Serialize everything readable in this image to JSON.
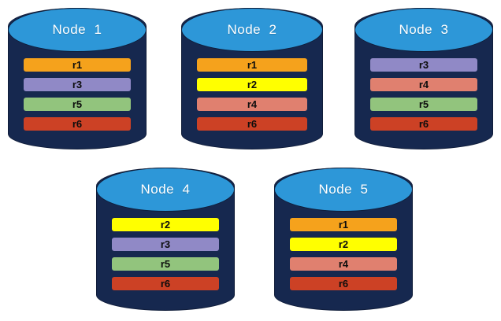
{
  "diagram": {
    "title": "replica-placement-across-nodes",
    "background_color": "#ffffff",
    "palette": {
      "cylinder_body": "#16284f",
      "cylinder_top": "#2d97d8",
      "cylinder_outline": "#101d3a",
      "label_text": "#ffffff",
      "replica_text": "#0d0d0d",
      "r1": "#f5a21c",
      "r2": "#ffff00",
      "r3": "#9089c6",
      "r4": "#e0806f",
      "r5": "#92c47d",
      "r6": "#cc4125"
    },
    "nodes": [
      {
        "id": "node-1",
        "label": "Node  1",
        "row": "top",
        "replicas": [
          {
            "id": "r1",
            "label": "r1",
            "color": "#f5a21c"
          },
          {
            "id": "r3",
            "label": "r3",
            "color": "#9089c6"
          },
          {
            "id": "r5",
            "label": "r5",
            "color": "#92c47d"
          },
          {
            "id": "r6",
            "label": "r6",
            "color": "#cc4125"
          }
        ]
      },
      {
        "id": "node-2",
        "label": "Node  2",
        "row": "top",
        "replicas": [
          {
            "id": "r1",
            "label": "r1",
            "color": "#f5a21c"
          },
          {
            "id": "r2",
            "label": "r2",
            "color": "#ffff00"
          },
          {
            "id": "r4",
            "label": "r4",
            "color": "#e0806f"
          },
          {
            "id": "r6",
            "label": "r6",
            "color": "#cc4125"
          }
        ]
      },
      {
        "id": "node-3",
        "label": "Node  3",
        "row": "top",
        "replicas": [
          {
            "id": "r3",
            "label": "r3",
            "color": "#9089c6"
          },
          {
            "id": "r4",
            "label": "r4",
            "color": "#e0806f"
          },
          {
            "id": "r5",
            "label": "r5",
            "color": "#92c47d"
          },
          {
            "id": "r6",
            "label": "r6",
            "color": "#cc4125"
          }
        ]
      },
      {
        "id": "node-4",
        "label": "Node  4",
        "row": "bottom",
        "replicas": [
          {
            "id": "r2",
            "label": "r2",
            "color": "#ffff00"
          },
          {
            "id": "r3",
            "label": "r3",
            "color": "#9089c6"
          },
          {
            "id": "r5",
            "label": "r5",
            "color": "#92c47d"
          },
          {
            "id": "r6",
            "label": "r6",
            "color": "#cc4125"
          }
        ]
      },
      {
        "id": "node-5",
        "label": "Node  5",
        "row": "bottom",
        "replicas": [
          {
            "id": "r1",
            "label": "r1",
            "color": "#f5a21c"
          },
          {
            "id": "r2",
            "label": "r2",
            "color": "#ffff00"
          },
          {
            "id": "r4",
            "label": "r4",
            "color": "#e0806f"
          },
          {
            "id": "r6",
            "label": "r6",
            "color": "#cc4125"
          }
        ]
      }
    ]
  }
}
